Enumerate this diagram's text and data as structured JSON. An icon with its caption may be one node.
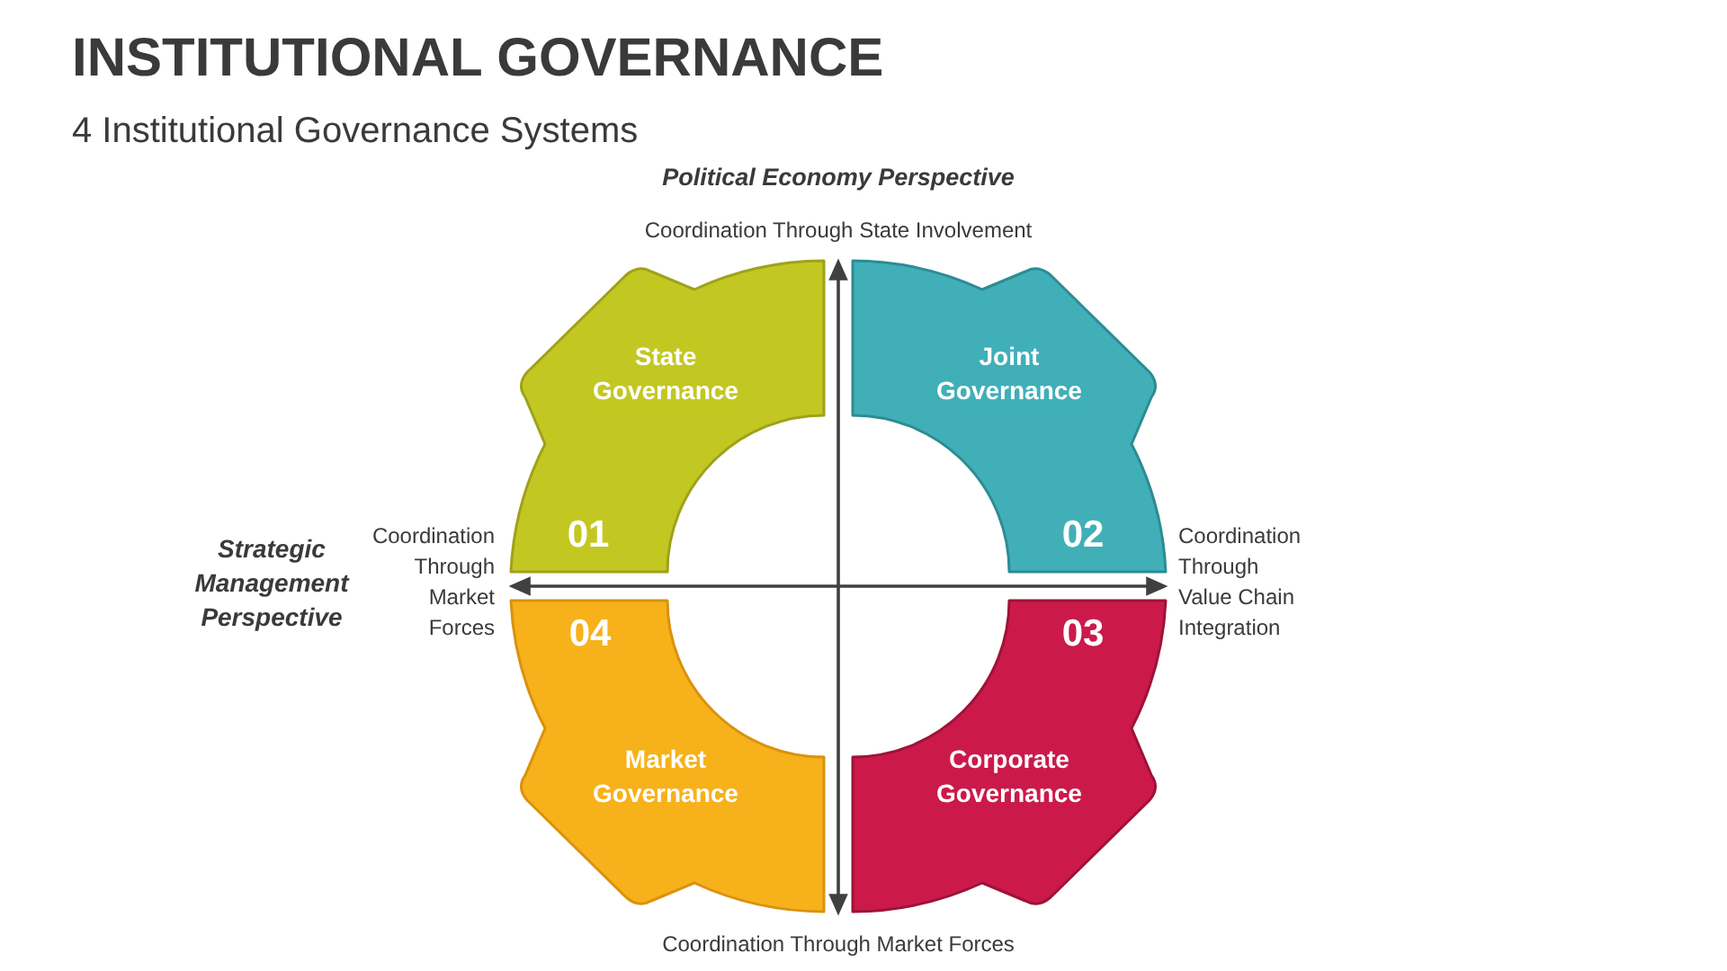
{
  "diagram": {
    "title": "INSTITUTIONAL GOVERNANCE",
    "nodes": [
      {
        "text": [
          "State Governance",
          "01"
        ]
      },
      {
        "text": [
          "Joint Governance",
          "02"
        ]
      },
      {
        "text": [
          "03",
          "Corporate Governance"
        ]
      },
      {
        "text": [
          "04",
          "Market Governance"
        ]
      }
    ],
    "labels": [
      "4 Institutional Governance Systems",
      "Political Economy Perspective",
      "Coordination Through State Involvement",
      "Strategic Management Perspective",
      "Coordination Through Market Forces",
      "Coordination Through Value Chain Integration",
      "Coordination Through Market Forces"
    ]
  }
}
